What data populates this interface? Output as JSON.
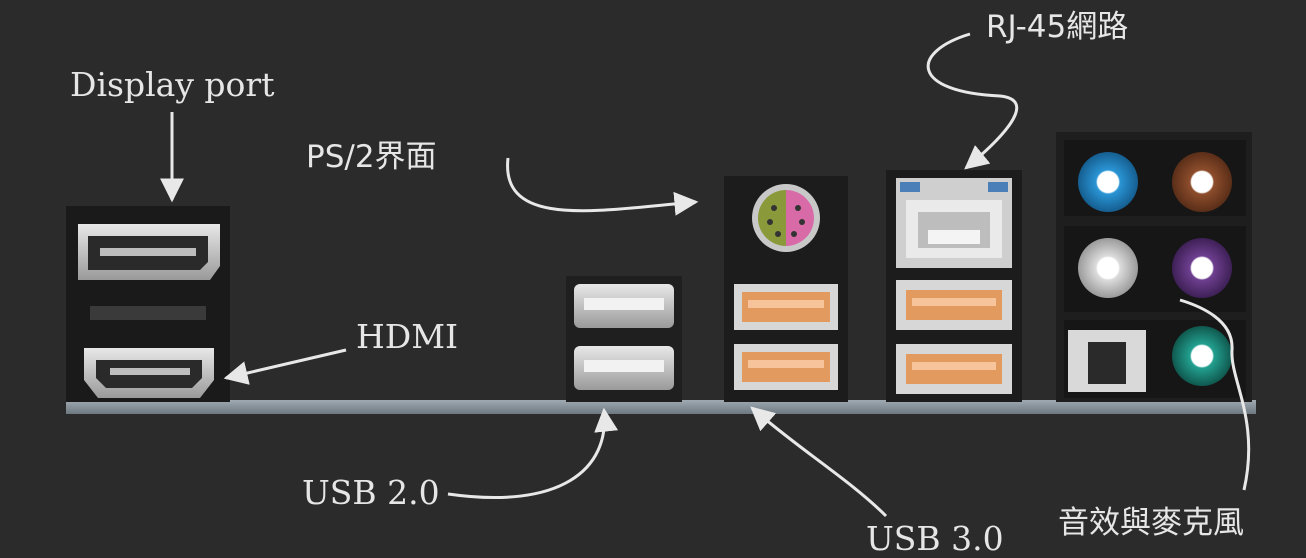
{
  "labels": {
    "display_port": "Display port",
    "hdmi": "HDMI",
    "ps2": "PS/2界面",
    "rj45": "RJ-45網路",
    "usb2": "USB 2.0",
    "usb3": "USB 3.0",
    "audio_mic": "音效與麥克風"
  },
  "colors": {
    "background": "#2b2b2b",
    "panel": "#1e1e1e",
    "plate": "#8a96a0",
    "label_text": "#e6e6e6",
    "arrow": "#e8e8e8",
    "usb3_orange": "#e39a5e",
    "usb2_white": "#dcdcdc",
    "ps2_green": "#8a9a3a",
    "ps2_pink": "#d86aa8",
    "audio_blue": "#1f8fd0",
    "audio_brown": "#8a4a2a",
    "audio_gray": "#d8d8d8",
    "audio_purple": "#6a3a8a",
    "audio_teal": "#1f9a8a"
  }
}
